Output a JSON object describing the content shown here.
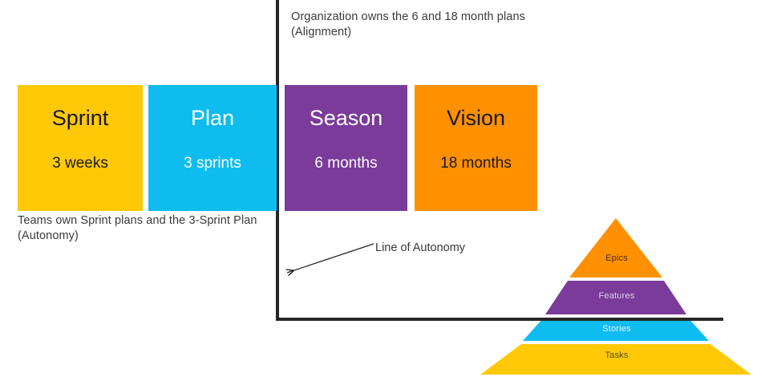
{
  "annotations": {
    "alignment_note": "Organization owns the 6 and 18 month plans\n(Alignment)",
    "autonomy_note": "Teams own Sprint plans and the 3-Sprint Plan\n(Autonomy)",
    "line_of_autonomy_label": "Line of Autonomy"
  },
  "cadence_boxes": [
    {
      "name": "sprint",
      "title": "Sprint",
      "duration": "3 weeks",
      "fill": "#FFC907",
      "text_color": "#1a1a1a"
    },
    {
      "name": "plan",
      "title": "Plan",
      "duration": "3 sprints",
      "fill": "#0FBCF0",
      "text_color": "#ffffff"
    },
    {
      "name": "season",
      "title": "Season",
      "duration": "6 months",
      "fill": "#7A3B9B",
      "text_color": "#ffffff"
    },
    {
      "name": "vision",
      "title": "Vision",
      "duration": "18 months",
      "fill": "#FF9000",
      "text_color": "#1a1a1a"
    }
  ],
  "pyramid": {
    "bands": [
      {
        "name": "epics",
        "label": "Epics",
        "fill": "#FF9000",
        "label_color": "#4a3010"
      },
      {
        "name": "features",
        "label": "Features",
        "fill": "#7A3B9B",
        "label_color": "#ddd0e6"
      },
      {
        "name": "stories",
        "label": "Stories",
        "fill": "#0FBCF0",
        "label_color": "#e8f8ff"
      },
      {
        "name": "tasks",
        "label": "Tasks",
        "fill": "#FFC907",
        "label_color": "#5c4a06"
      }
    ]
  },
  "axes": {
    "line_color": "#262626"
  }
}
